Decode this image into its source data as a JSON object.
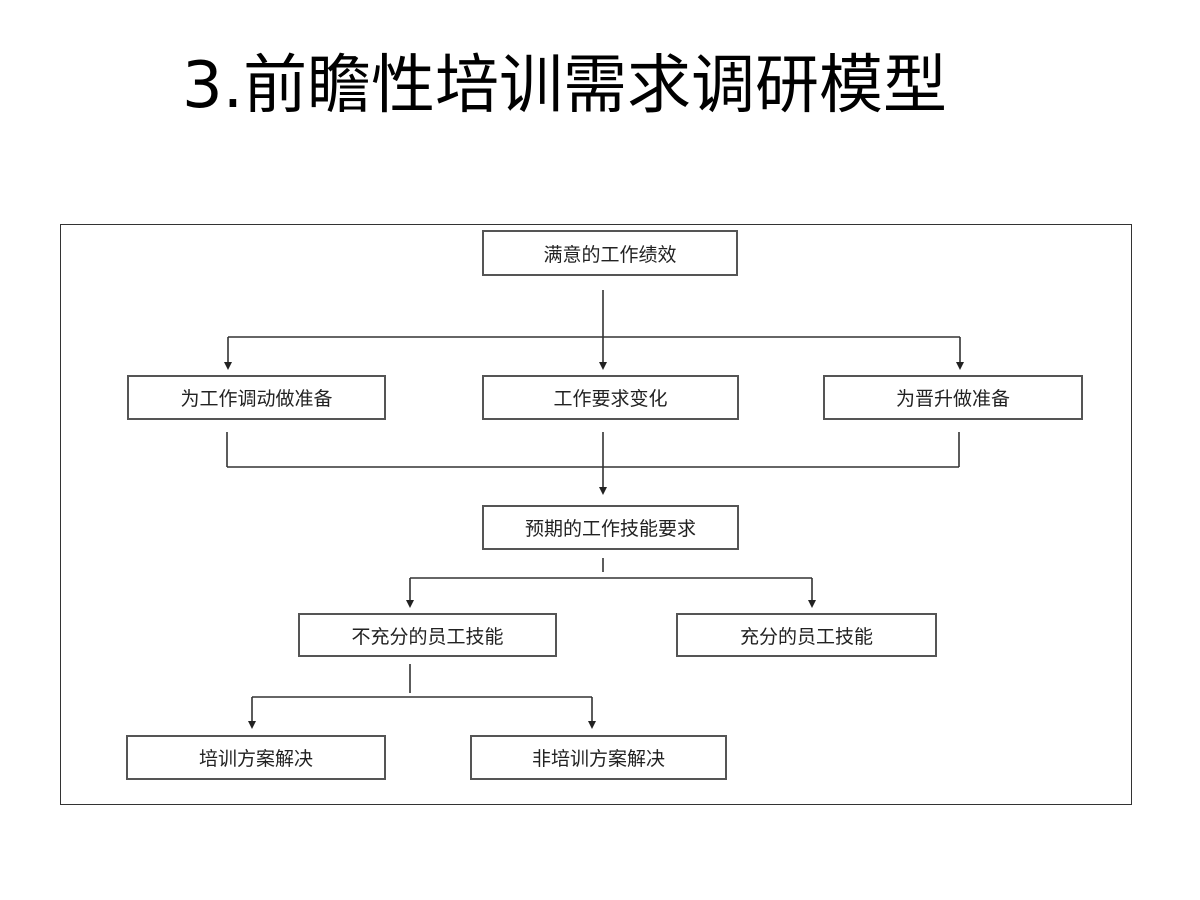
{
  "title": "3.前瞻性培训需求调研模型",
  "nodes": {
    "satisfied_performance": "满意的工作绩效",
    "job_transfer_prep": "为工作调动做准备",
    "job_requirement_change": "工作要求变化",
    "promotion_prep": "为晋升做准备",
    "expected_skill_requirement": "预期的工作技能要求",
    "insufficient_skills": "不充分的员工技能",
    "sufficient_skills": "充分的员工技能",
    "training_solution": "培训方案解决",
    "non_training_solution": "非培训方案解决"
  }
}
